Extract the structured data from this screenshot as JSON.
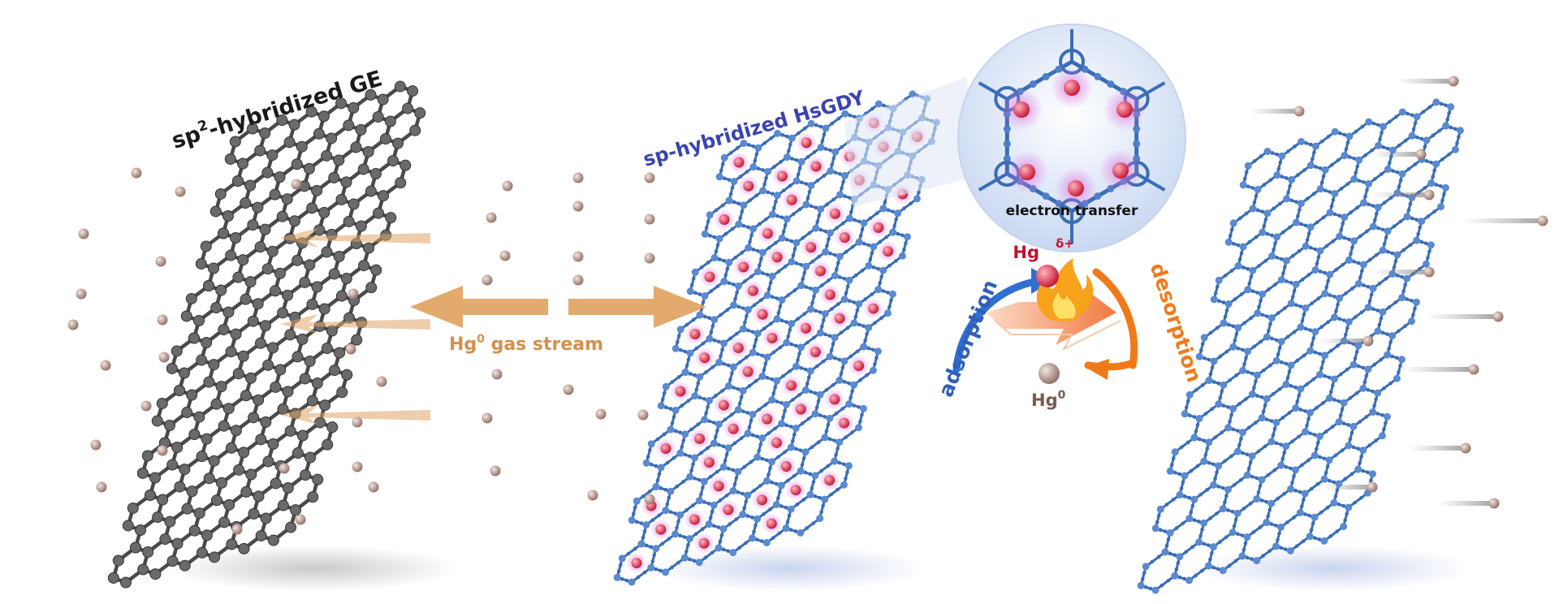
{
  "labels": {
    "ge_prefix": "sp",
    "ge_sup": "2",
    "ge_suffix": "-hybridized GE",
    "hsgdy": "sp-hybridized HsGDY",
    "stream_prefix": "Hg",
    "stream_sup": "0",
    "stream_suffix": " gas stream",
    "electron_transfer": "electron transfer",
    "hg_ion": "Hg",
    "hg_ion_sup": "δ+",
    "hg_atom": "Hg",
    "hg_atom_sup": "0",
    "adsorption": "adsorption",
    "desorption": "desorption"
  },
  "colors": {
    "graphene": "#4a4a4a",
    "graphdiyne": "#3a6db5",
    "hg_atom": "#b89a8f",
    "hg_ion": "#e0304a",
    "stream_arrow": "#d89a5a",
    "adsorption_arrow": "#2f6fd0",
    "desorption_arrow": "#f07a1a",
    "hsgdy_label": "#3a44b0",
    "flame": "#f7a21b"
  },
  "icons": {
    "center": "flame-icon"
  }
}
